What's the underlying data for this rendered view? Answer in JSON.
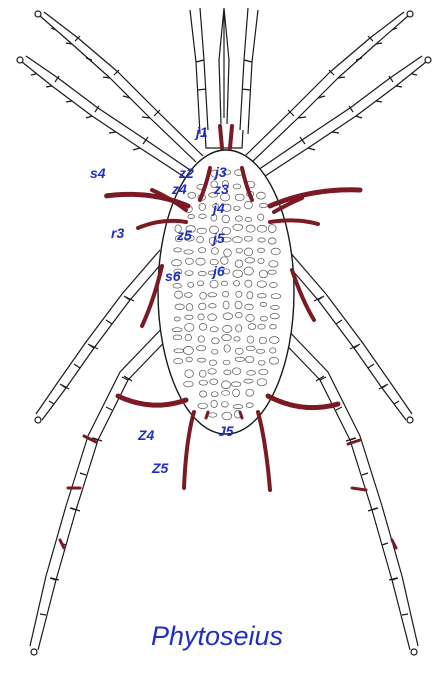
{
  "colors": {
    "outline": "#1a1a1a",
    "setae": "#7a1a24",
    "labels": "#1f2fc4",
    "background": "#ffffff"
  },
  "setae_labels": {
    "j1": "j1",
    "z2": "z2",
    "j3": "j3",
    "s4": "s4",
    "z4": "z4",
    "z3": "z3",
    "j4": "j4",
    "r3": "r3",
    "z5": "z5",
    "j5": "j5",
    "s6": "s6",
    "j6": "j6",
    "Z4": "Z4",
    "J5": "J5",
    "Z5": "Z5"
  },
  "title": "Phytoseius"
}
